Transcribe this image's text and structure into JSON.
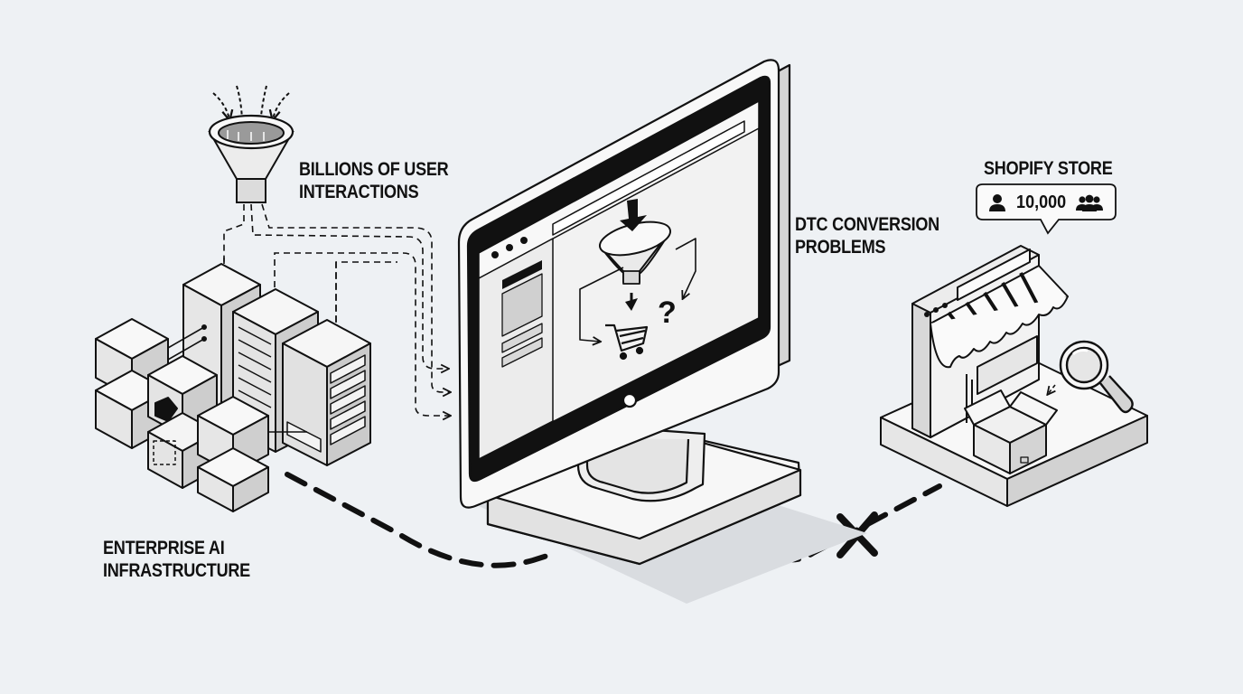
{
  "labels": {
    "user_interactions": [
      "BILLIONS OF USER",
      "INTERACTIONS"
    ],
    "dtc_problems": [
      "DTC CONVERSION",
      "PROBLEMS"
    ],
    "shopify_store": "SHOPIFY STORE",
    "enterprise_ai": [
      "ENTERPRISE AI",
      "INFRASTRUCTURE"
    ]
  },
  "badge": {
    "count": "10,000",
    "left_icon": "person-icon",
    "right_icon": "group-icon"
  },
  "screen": {
    "question_mark": "?"
  },
  "icons": [
    "funnel-icon",
    "server-rack-icon",
    "monitor-icon",
    "shopping-cart-icon",
    "storefront-icon",
    "magnifier-icon",
    "box-icon",
    "x-mark-icon"
  ],
  "colors": {
    "background": "#eef1f4",
    "stroke": "#111111",
    "face_light": "#f7f7f7",
    "face_mid": "#e2e2e2",
    "face_dark": "#c9c9c9"
  }
}
